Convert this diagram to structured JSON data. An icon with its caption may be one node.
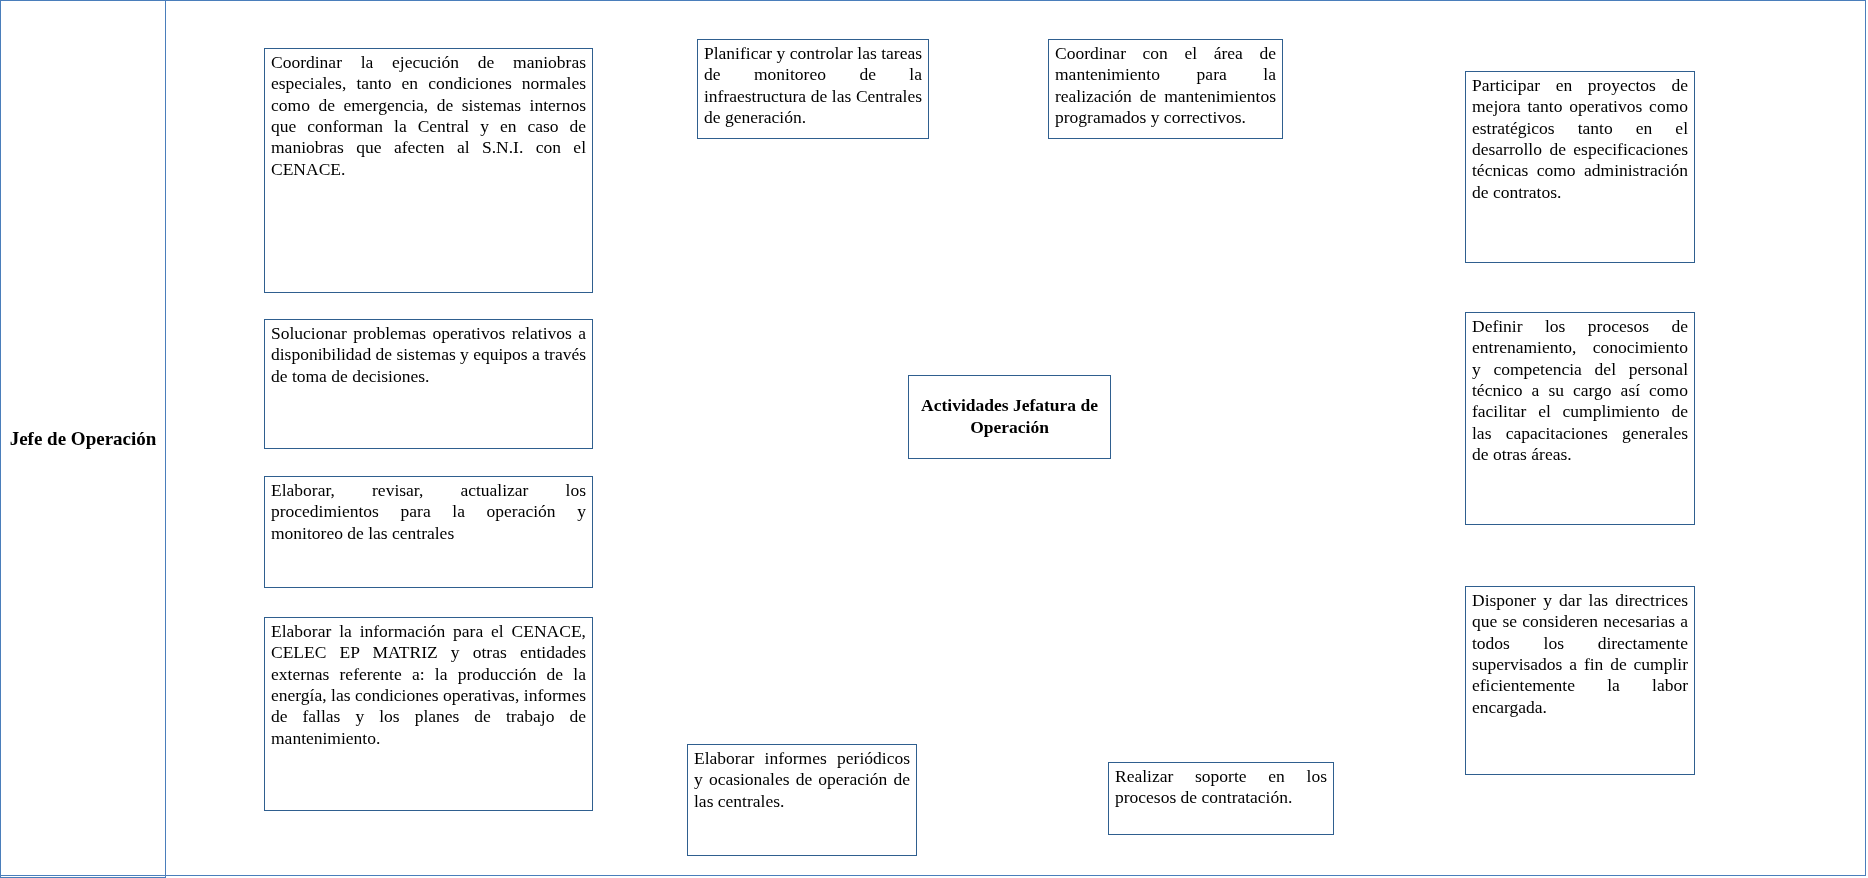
{
  "diagram": {
    "nodes": [
      {
        "text": [
          "Jefe de Operación"
        ]
      },
      {
        "text": [
          "Coordinar la ejecución de maniobras especiales, tanto en condiciones normales como de emergencia, de sistemas internos que conforman la Central y en caso de maniobras que afecten al S.N.I. con el CENACE."
        ]
      },
      {
        "text": [
          "Planificar y controlar las tareas de monitoreo de la infraestructura de las Centrales de generación."
        ]
      },
      {
        "text": [
          "Coordinar con el área de mantenimiento para la realización de mantenimientos programados y correctivos."
        ]
      },
      {
        "text": [
          "Participar en proyectos de mejora tanto operativos como estratégicos tanto en el desarrollo de especificaciones técnicas como administración de contratos."
        ]
      },
      {
        "text": [
          "Solucionar problemas operativos relativos a disponibilidad de sistemas y equipos a través de toma de decisiones."
        ]
      },
      {
        "text": [
          "Definir los procesos de entrenamiento, conocimiento y competencia del personal técnico a su cargo así como facilitar el cumplimiento de las capacitaciones generales de otras áreas."
        ]
      },
      {
        "text": [
          "Actividades Jefatura de Operación"
        ]
      },
      {
        "text": [
          "Elaborar, revisar, actualizar los procedimientos para la operación y monitoreo de las centrales"
        ]
      },
      {
        "text": [
          "Elaborar la información para el CENACE, CELEC EP MATRIZ y otras entidades externas referente a: la producción de la energía, las condiciones operativas, informes de fallas y los planes de trabajo de mantenimiento."
        ]
      },
      {
        "text": [
          "Disponer y dar las directrices que se consideren necesarias a todos los directamente supervisados a fin de cumplir eficientemente la labor encargada."
        ]
      },
      {
        "text": [
          "Elaborar informes periódicos y ocasionales de operación de las centrales."
        ]
      },
      {
        "text": [
          "Realizar soporte en los procesos de contratación."
        ]
      }
    ]
  }
}
